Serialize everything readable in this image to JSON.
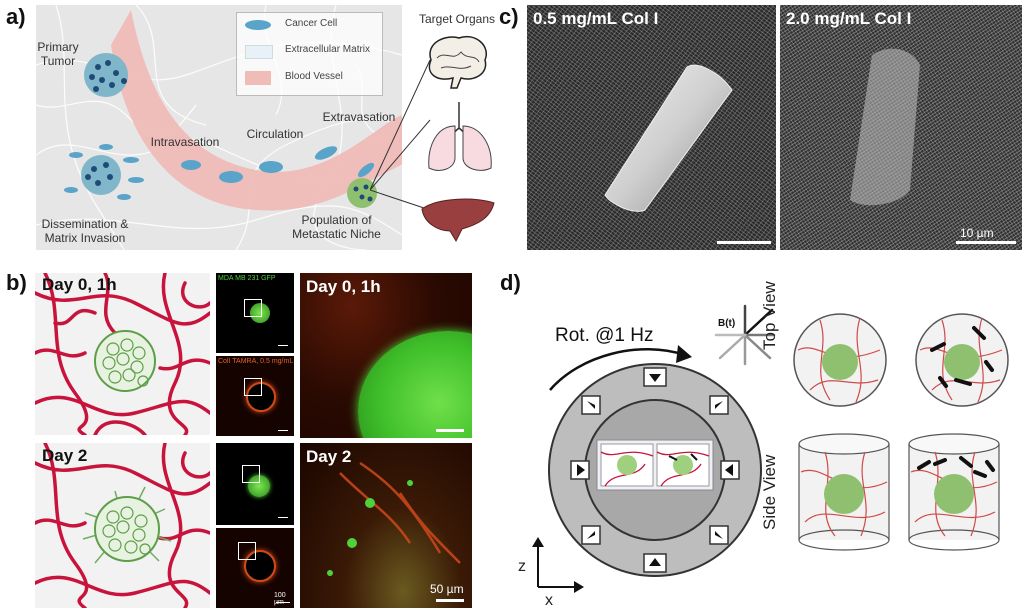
{
  "panel_a": {
    "letter": "a)",
    "legend": {
      "cancer_cell": "Cancer Cell",
      "ecm": "Extracellular Matrix",
      "blood_vessel": "Blood Vessel"
    },
    "labels": {
      "primary_tumor": "Primary Tumor",
      "intravasation": "Intravasation",
      "circulation": "Circulation",
      "extravasation": "Extravasation",
      "dissemination": "Dissemination & Matrix Invasion",
      "niche": "Population of Metastatic Niche",
      "target_organs": "Target Organs"
    },
    "colors": {
      "vessel": "#efbcb8",
      "cell": "#5aa3c9",
      "bg": "#e4e4e4"
    }
  },
  "panel_b": {
    "letter": "b)",
    "day0_label": "Day 0, 1h",
    "day2_label": "Day 2",
    "gfp_label": "MDA MB 231 GFP",
    "col_label": "ColI TAMRA, 0.5 mg/mL",
    "scale_main": "50 µm",
    "scale_small": "100 µm",
    "colors": {
      "fiber": "#c8143c",
      "cell": "#6fae5f",
      "gfp": "#4fd13a",
      "tamra": "#d04a18"
    }
  },
  "panel_c": {
    "letter": "c)",
    "left_label": "0.5 mg/mL Col I",
    "right_label": "2.0 mg/mL Col I",
    "scale": "10 µm"
  },
  "panel_d": {
    "letter": "d)",
    "rotation": "Rot. @1 Hz",
    "field": "B(t)",
    "top_view": "Top View",
    "side_view": "Side View",
    "axis_z": "z",
    "axis_x": "x"
  }
}
